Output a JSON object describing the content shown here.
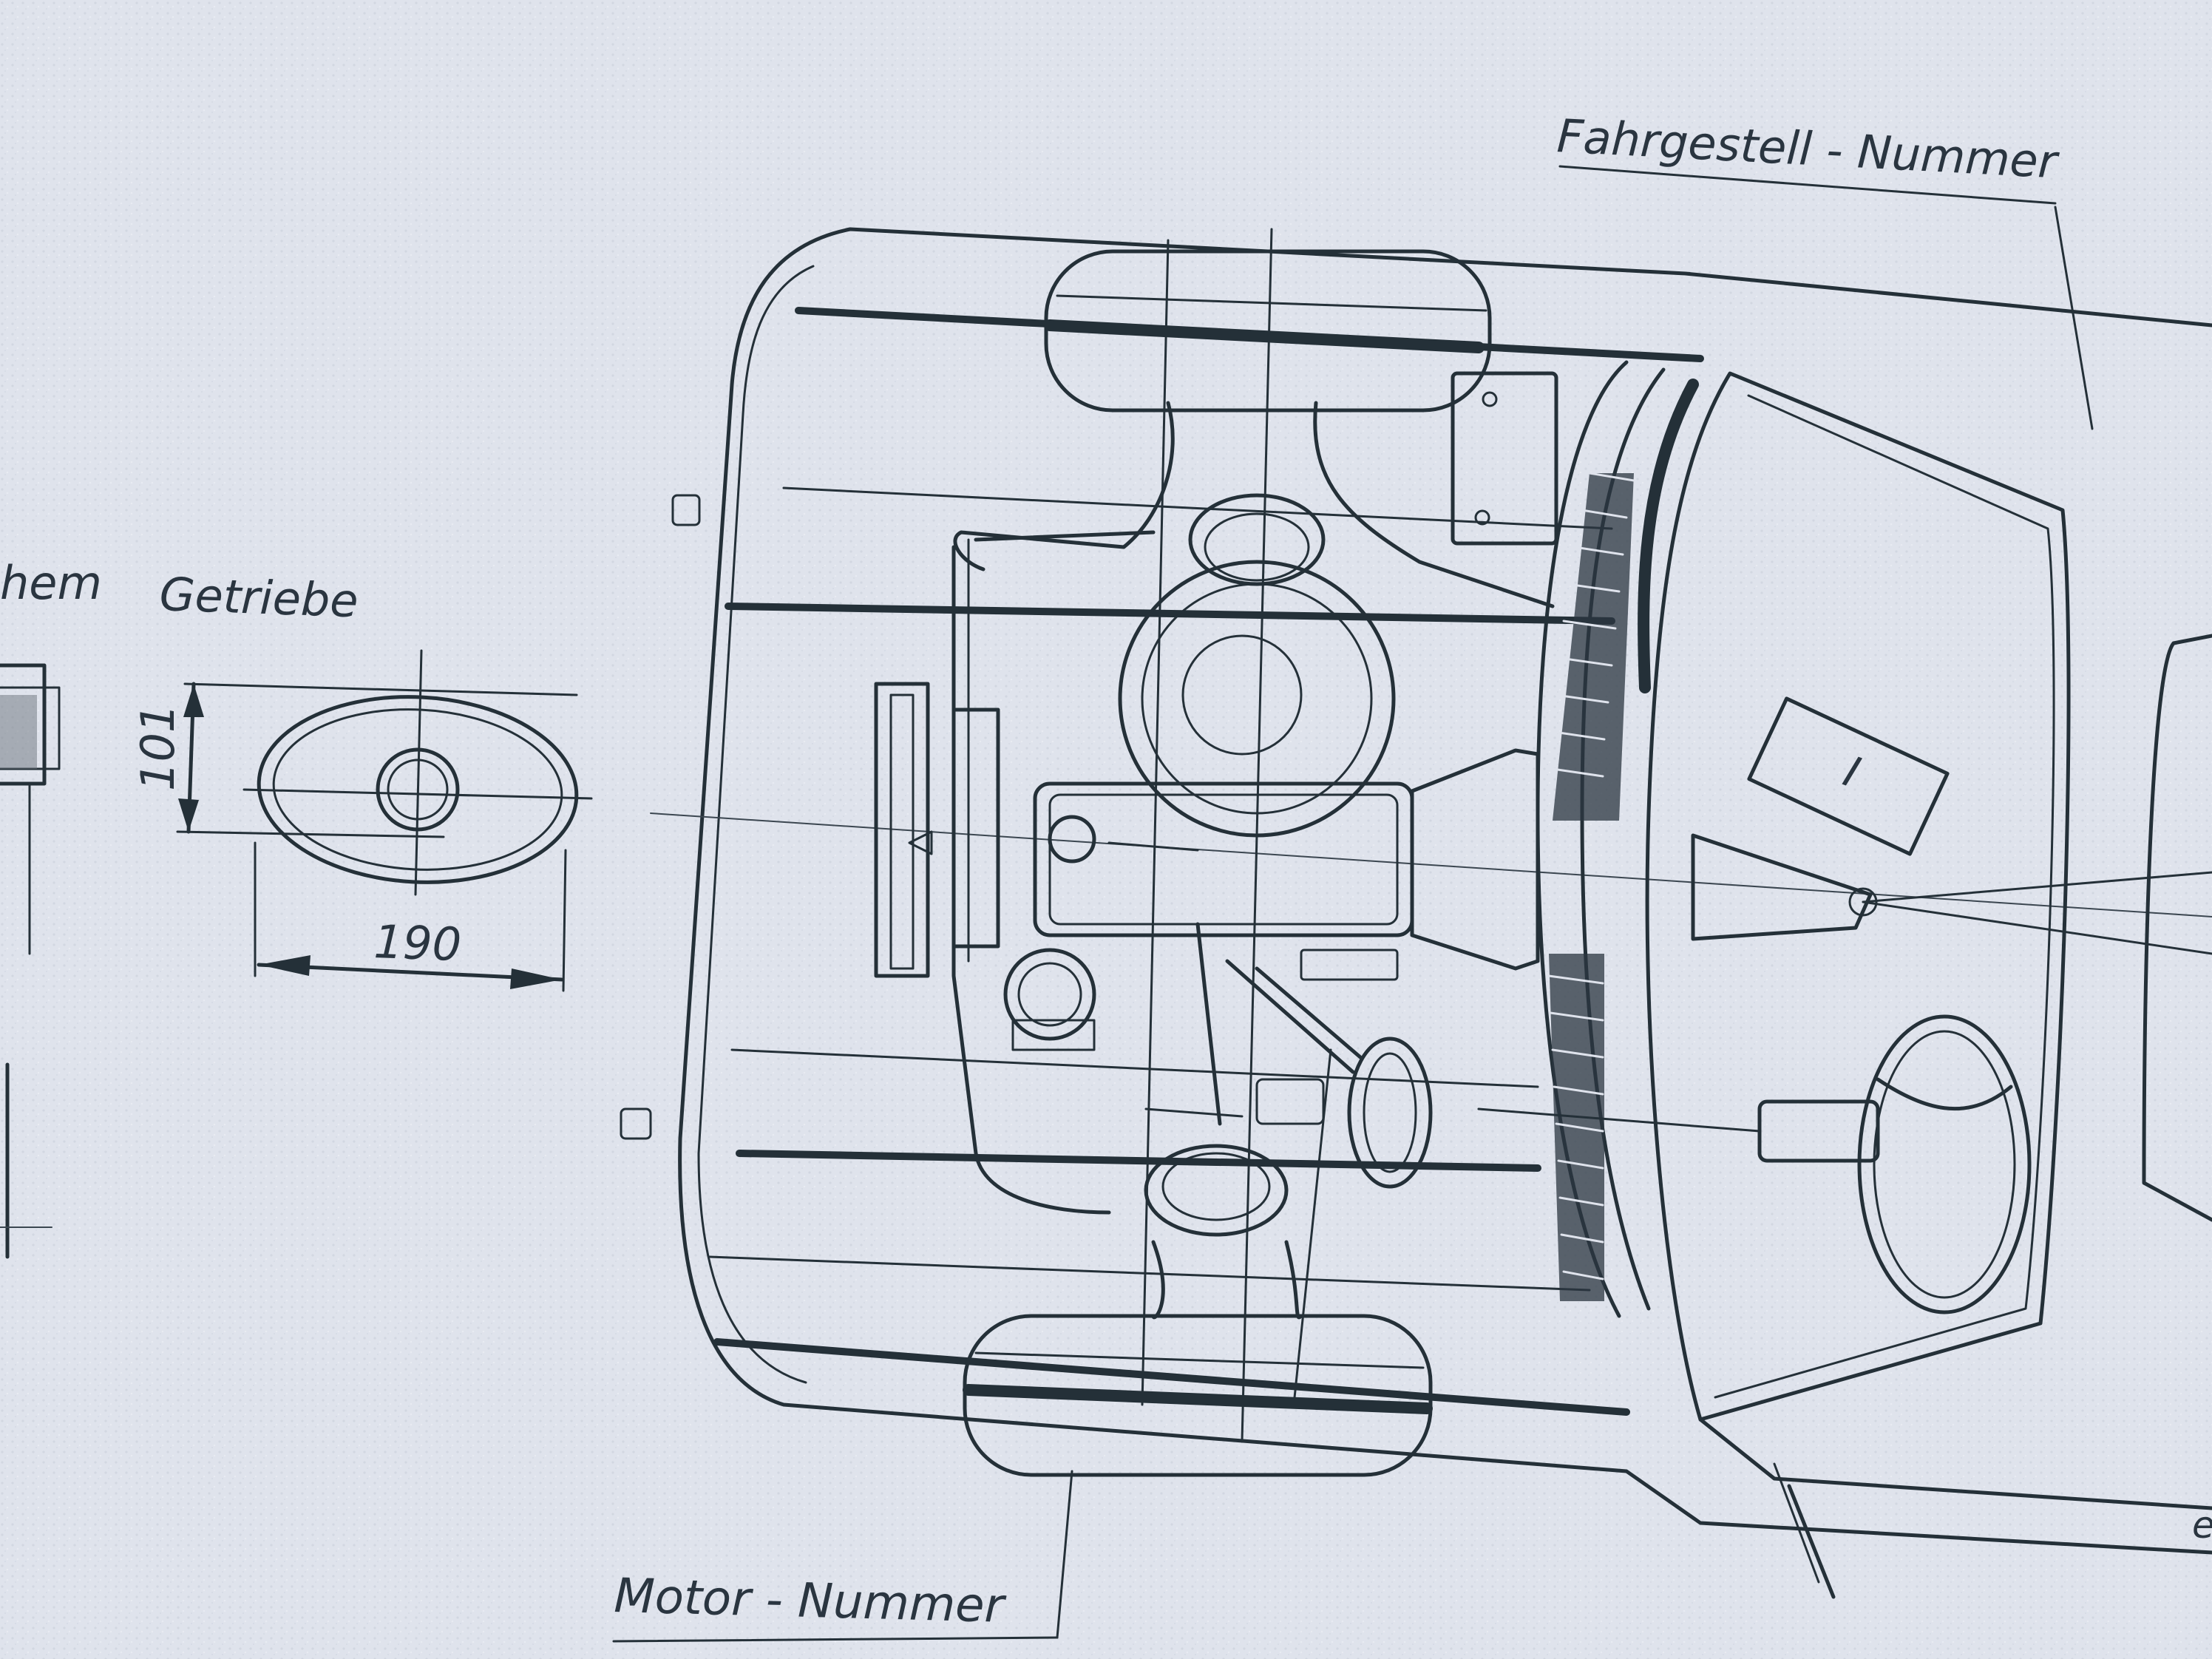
{
  "labels": {
    "top_right": "Fahrgestell - Nummer",
    "bottom": "Motor - Nummer",
    "left_partial": "hem",
    "gearbox": "Getriebe",
    "marker_roman": "I",
    "partial_right": "e"
  },
  "dimensions": {
    "height": "101",
    "width": "190"
  },
  "colors": {
    "paper": "#dfe3ec",
    "ink": "#243038"
  }
}
